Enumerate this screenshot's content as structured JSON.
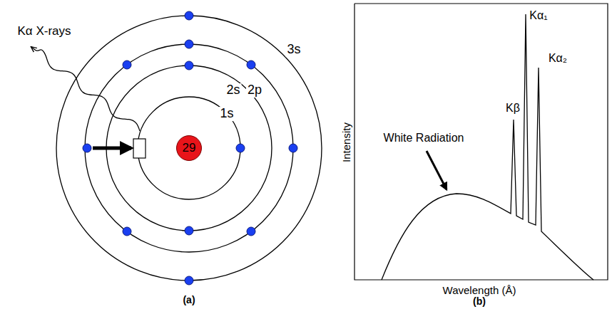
{
  "diagram": {
    "nodes": [
      {
        "text": [
          "29"
        ]
      }
    ],
    "labels": [
      "Kα X-rays",
      "1s",
      "2s",
      "2p",
      "3s",
      "(a)",
      "White Radiation",
      "Kβ",
      "Kα₁",
      "Kα₂",
      "Intensity",
      "Wavelength (Å)",
      "(b)"
    ]
  }
}
